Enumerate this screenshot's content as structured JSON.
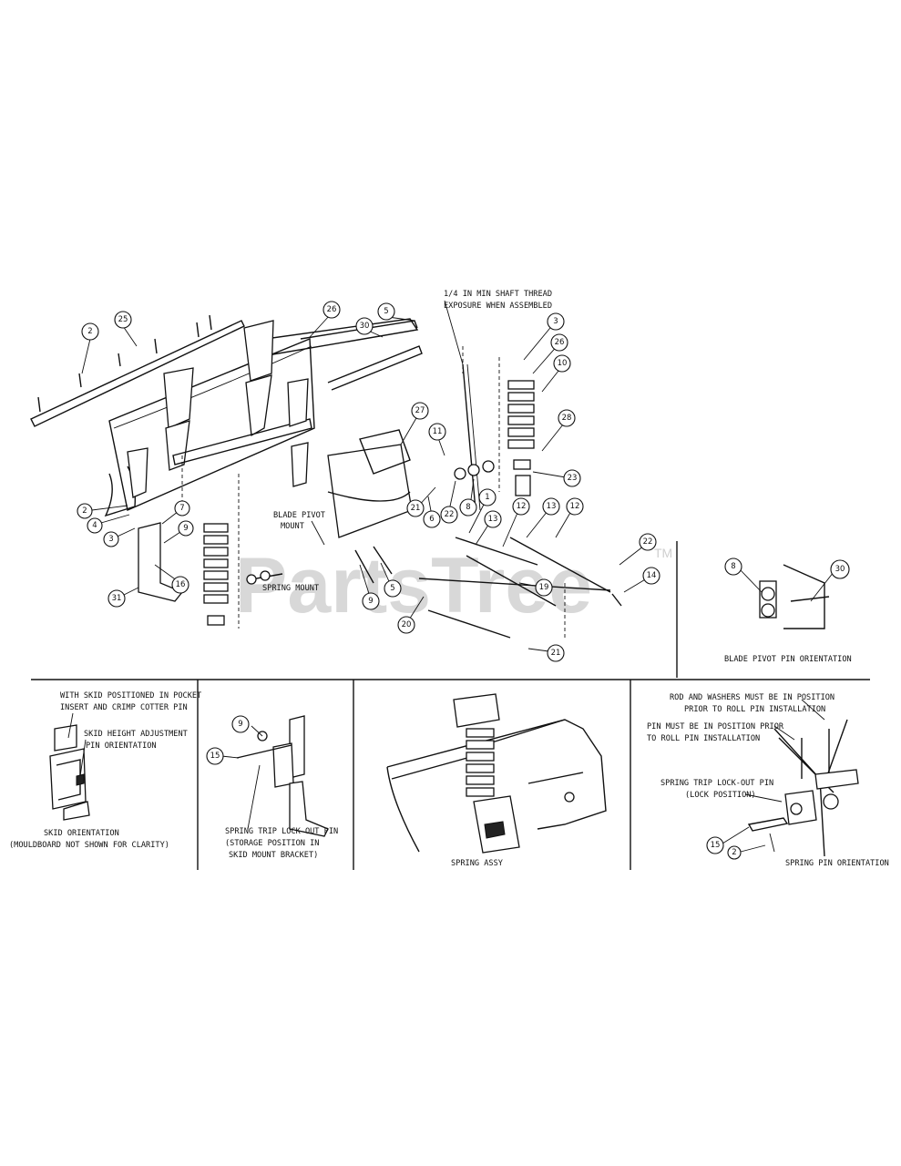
{
  "watermark": {
    "text": "PartsTree",
    "trademark": "TM"
  },
  "notes": {
    "shaft_thread_1": "1/4 IN MIN SHAFT THREAD",
    "shaft_thread_2": "EXPOSURE WHEN ASSEMBLED",
    "blade_pivot_mount_1": "BLADE PIVOT",
    "blade_pivot_mount_2": "MOUNT",
    "spring_mount": "SPRING MOUNT",
    "blade_pivot_pin_orientation": "BLADE PIVOT PIN ORIENTATION",
    "skid_insert_1": "WITH SKID POSITIONED IN POCKET",
    "skid_insert_2": "INSERT AND CRIMP COTTER PIN",
    "skid_height_1": "SKID HEIGHT ADJUSTMENT",
    "skid_height_2": "PIN ORIENTATION",
    "skid_orientation_1": "SKID ORIENTATION",
    "skid_orientation_2": "(MOULDBOARD NOT SHOWN FOR CLARITY)",
    "lockout_storage_1": "SPRING TRIP LOCK-OUT PIN",
    "lockout_storage_2": "(STORAGE POSITION IN",
    "lockout_storage_3": "SKID MOUNT BRACKET)",
    "spring_assy": "SPRING ASSY",
    "rod_washers_1": "ROD AND WASHERS MUST BE IN POSITION",
    "rod_washers_2": "PRIOR TO ROLL PIN INSTALLATION",
    "pin_position_1": "PIN MUST BE IN POSITION PRIOR",
    "pin_position_2": "TO ROLL PIN INSTALLATION",
    "lockout_lock_1": "SPRING TRIP LOCK-OUT PIN",
    "lockout_lock_2": "(LOCK POSITION)",
    "spring_pin_orientation": "SPRING PIN ORIENTATION"
  },
  "callouts": [
    "2",
    "25",
    "26",
    "5",
    "30",
    "3",
    "26",
    "10",
    "28",
    "23",
    "27",
    "11",
    "6",
    "8",
    "21",
    "22",
    "1",
    "13",
    "12",
    "13",
    "12",
    "2",
    "4",
    "3",
    "7",
    "9",
    "16",
    "31",
    "9",
    "5",
    "19",
    "20",
    "21",
    "22",
    "14",
    "8",
    "30",
    "9",
    "15",
    "15",
    "2"
  ]
}
